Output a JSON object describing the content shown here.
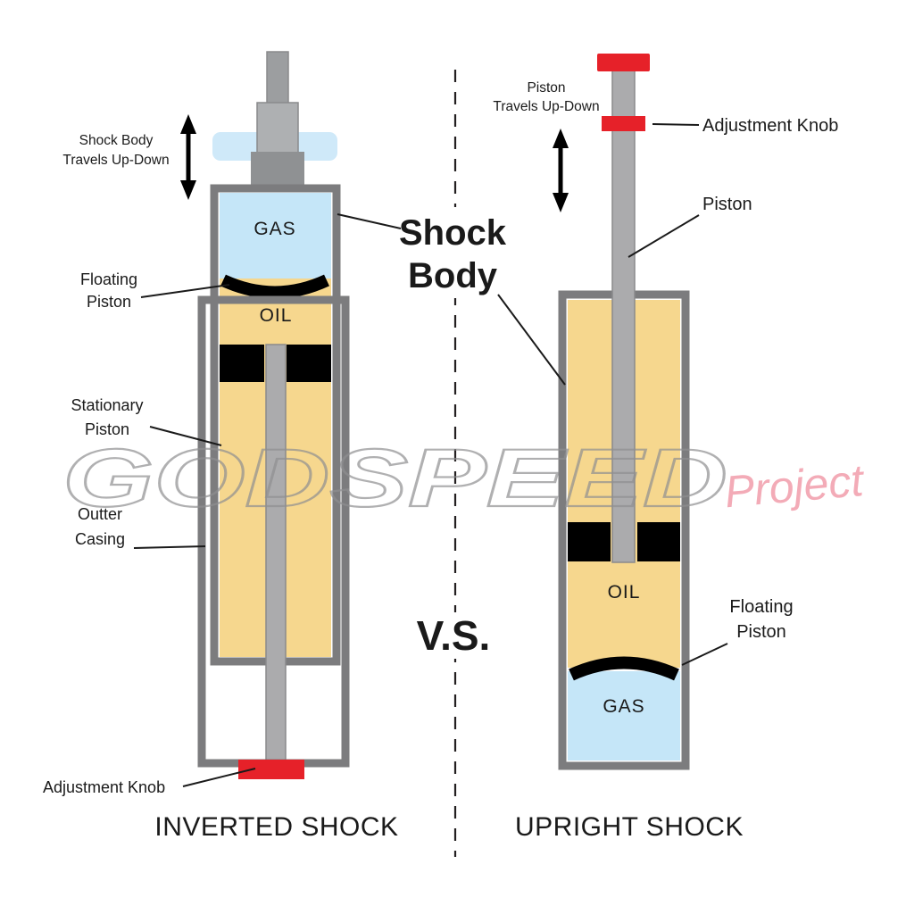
{
  "watermark": {
    "word": "GODSPEED",
    "script": "Project"
  },
  "center": {
    "shock_body_l1": "Shock",
    "shock_body_l2": "Body",
    "vs": "V.S."
  },
  "inverted": {
    "travel_l1": "Shock Body",
    "travel_l2": "Travels Up-Down",
    "gas": "GAS",
    "oil": "OIL",
    "floating_l1": "Floating",
    "floating_l2": "Piston",
    "stationary_l1": "Stationary",
    "stationary_l2": "Piston",
    "casing_l1": "Outter",
    "casing_l2": "Casing",
    "adjustment": "Adjustment Knob",
    "title": "INVERTED SHOCK"
  },
  "upright": {
    "travel_l1": "Piston",
    "travel_l2": "Travels Up-Down",
    "adjustment": "Adjustment Knob",
    "piston": "Piston",
    "oil": "OIL",
    "floating_l1": "Floating",
    "floating_l2": "Piston",
    "gas": "GAS",
    "title": "UPRIGHT SHOCK"
  },
  "colors": {
    "gas": "#c5e6f8",
    "oil": "#f6d78e",
    "knob_red": "#e62129",
    "casing_gray": "#7c7c7e",
    "shaft_gray": "#ababad",
    "seal_blue": "#cfe9f9",
    "black": "#000000"
  }
}
